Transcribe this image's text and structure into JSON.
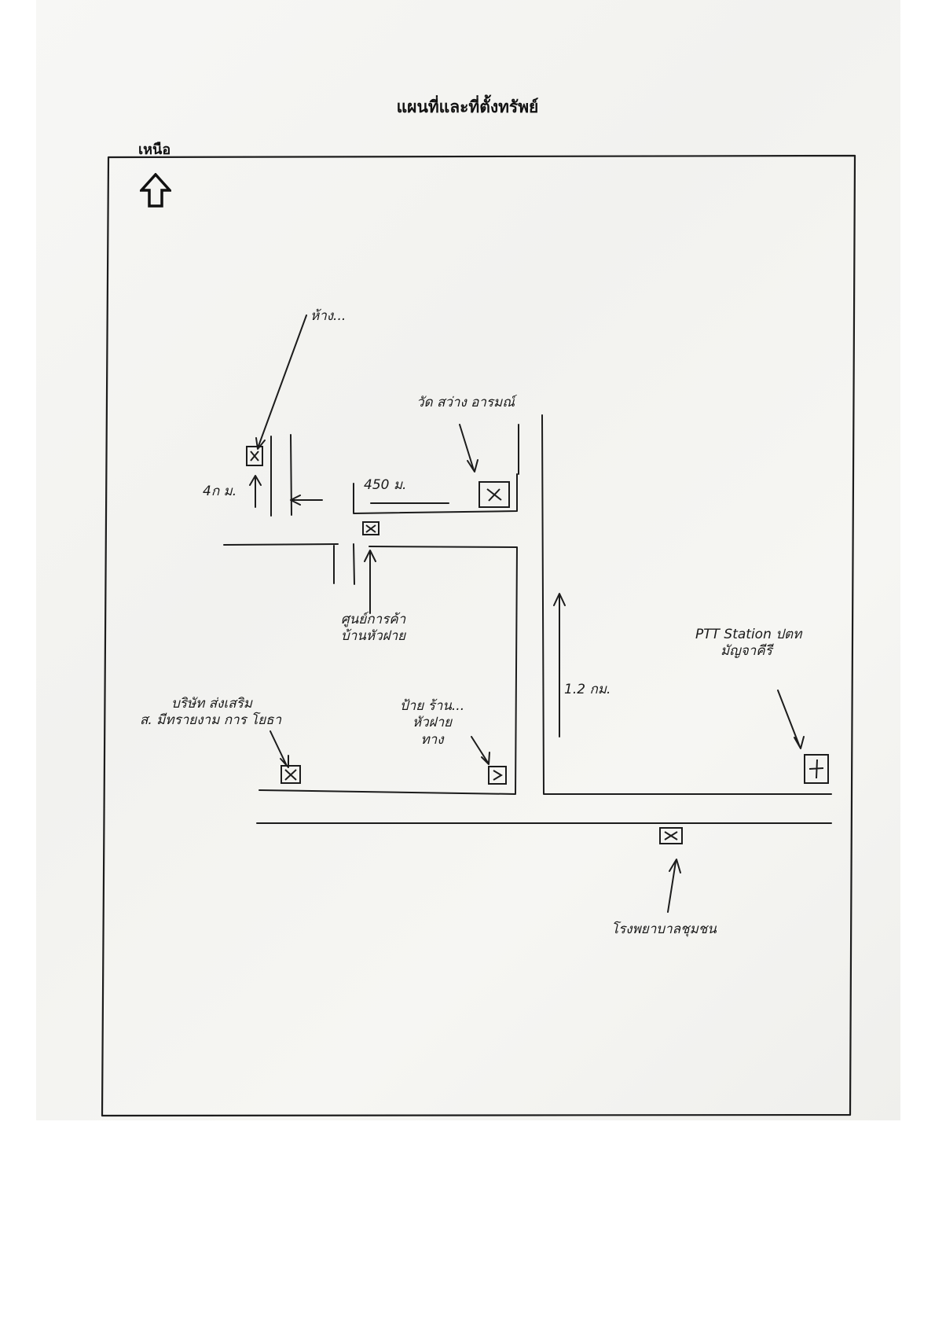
{
  "page": {
    "title": "แผนที่และที่ตั้งทรัพย์",
    "north_label": "เหนือ"
  },
  "map": {
    "distances": {
      "d1": "4ก ม.",
      "d2": "450 ม.",
      "d3": "1.2 กม."
    },
    "landmarks": {
      "top_left": "ห้าง...",
      "temple": "วัด สว่าง อารมณ์",
      "center": [
        "ศูนย์การค้า",
        "บ้านหัวฝาย"
      ],
      "bottom_left": [
        "บริษัท ส่งเสริม",
        "ส. มีทรายงาม การ โยธา"
      ],
      "bottom_mid": [
        "ป้าย ร้าน...",
        "หัวฝาย",
        "ทาง"
      ],
      "ptt": [
        "PTT Station ปตท",
        "มัญจาคีรี"
      ],
      "hospital": "โรงพยาบาลชุมชน"
    }
  }
}
